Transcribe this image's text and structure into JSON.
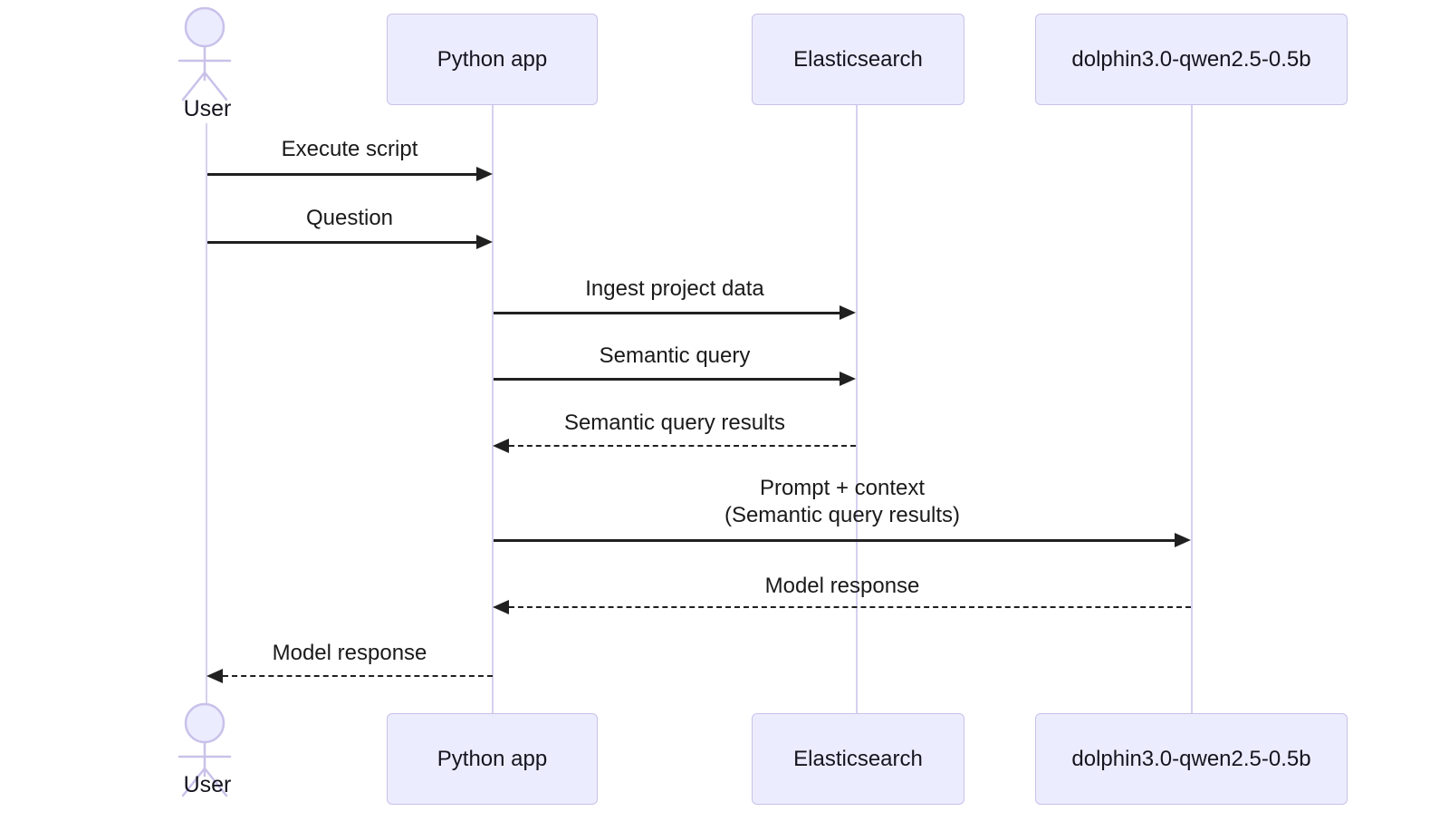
{
  "diagram": {
    "type": "sequence-diagram",
    "actor": {
      "label": "User"
    },
    "participants": [
      {
        "label": "Python app"
      },
      {
        "label": "Elasticsearch"
      },
      {
        "label": "dolphin3.0-qwen2.5-0.5b"
      }
    ],
    "messages": [
      {
        "from": "User",
        "to": "Python app",
        "label": "Execute script",
        "line": "solid",
        "direction": "right"
      },
      {
        "from": "User",
        "to": "Python app",
        "label": "Question",
        "line": "solid",
        "direction": "right"
      },
      {
        "from": "Python app",
        "to": "Elasticsearch",
        "label": "Ingest project data",
        "line": "solid",
        "direction": "right"
      },
      {
        "from": "Python app",
        "to": "Elasticsearch",
        "label": "Semantic query",
        "line": "solid",
        "direction": "right"
      },
      {
        "from": "Elasticsearch",
        "to": "Python app",
        "label": "Semantic query results",
        "line": "dashed",
        "direction": "left"
      },
      {
        "from": "Python app",
        "to": "dolphin3.0-qwen2.5-0.5b",
        "label": "Prompt + context",
        "label_line2": "(Semantic query results)",
        "line": "solid",
        "direction": "right"
      },
      {
        "from": "dolphin3.0-qwen2.5-0.5b",
        "to": "Python app",
        "label": "Model response",
        "line": "dashed",
        "direction": "left"
      },
      {
        "from": "Python app",
        "to": "User",
        "label": "Model response",
        "line": "dashed",
        "direction": "left"
      }
    ],
    "colors": {
      "participant_fill": "#ECECFF",
      "participant_border": "#C9C1EA",
      "lifeline": "#D6D0EF",
      "actor_stroke": "#C9C1EA",
      "arrow": "#202020",
      "text": "#1a1a1a",
      "background": "#FFFFFF"
    }
  }
}
